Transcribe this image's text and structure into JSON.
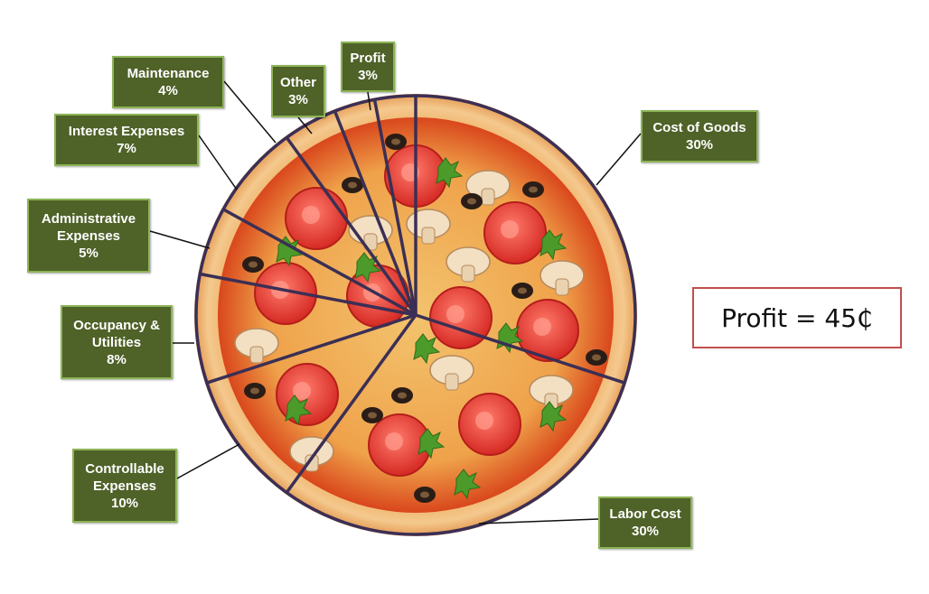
{
  "chart_data": {
    "type": "pie",
    "categories": [
      "Cost of Goods",
      "Labor Cost",
      "Controllable Expenses",
      "Occupancy & Utilities",
      "Administrative Expenses",
      "Interest Expenses",
      "Maintenance",
      "Other",
      "Profit"
    ],
    "values": [
      30,
      30,
      10,
      8,
      5,
      7,
      4,
      3,
      3
    ],
    "value_labels": [
      "30%",
      "30%",
      "10%",
      "8%",
      "5%",
      "7%",
      "4%",
      "3%",
      "3%"
    ],
    "label_lines": [
      [
        "Cost of Goods"
      ],
      [
        "Labor Cost"
      ],
      [
        "Controllable",
        "Expenses"
      ],
      [
        "Occupancy &",
        "Utilities"
      ],
      [
        "Administrative",
        "Expenses"
      ],
      [
        "Interest Expenses"
      ],
      [
        "Maintenance"
      ],
      [
        "Other"
      ],
      [
        "Profit"
      ]
    ],
    "start": "12 o'clock",
    "direction": "clockwise",
    "colors": {
      "label_fill": "#4f6228",
      "label_border": "#8db456",
      "slice_line": "#3b2f55",
      "crust": "#e9a35c",
      "sauce": "#d8461c"
    }
  },
  "annotation": {
    "text": "Profit = 45₵",
    "border_color": "#c0504d"
  }
}
